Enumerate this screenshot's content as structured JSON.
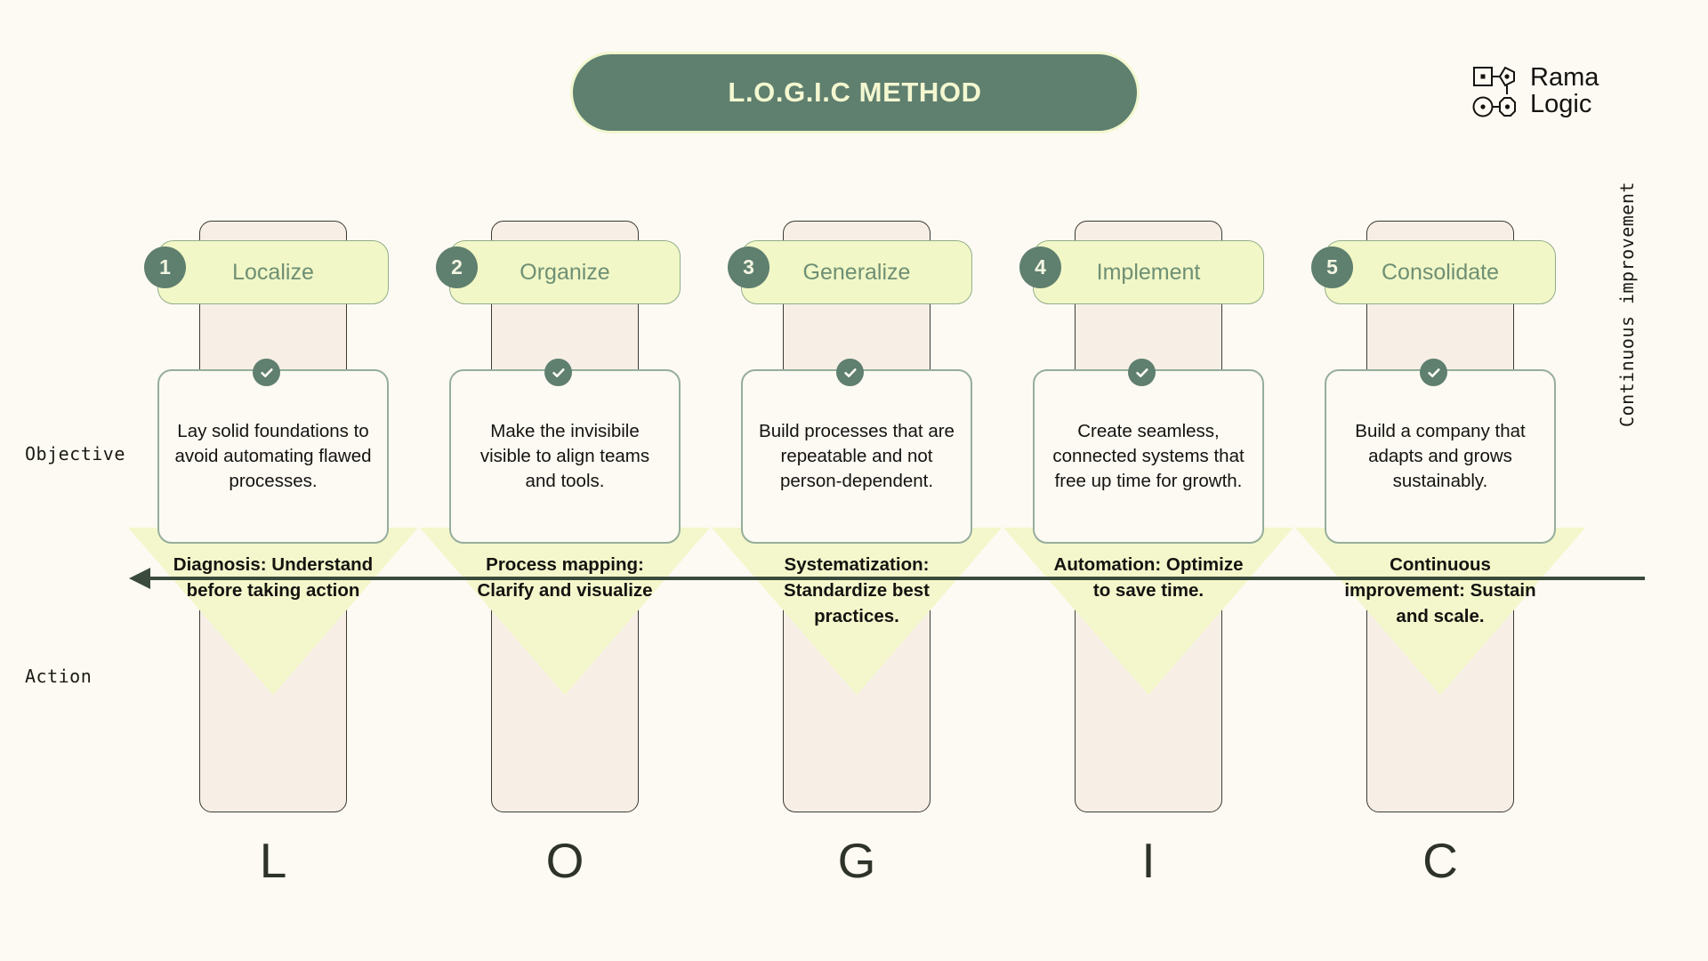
{
  "title": {
    "text": "L.O.G.I.C METHOD"
  },
  "brand": {
    "line1": "Rama",
    "line2": "Logic",
    "icon": "node-network-icon"
  },
  "labels": {
    "objective": "Objective",
    "action": "Action",
    "continuous": "Continuous improvement"
  },
  "colors": {
    "background": "#FDFAF3",
    "accent_green": "#5F7F6F",
    "pill_yellow": "#F1F7C6",
    "triangle_yellow": "#F3F7CB",
    "column_beige": "#F7EFE6",
    "card_border": "#96AD9C",
    "arrow": "#3A4A3C",
    "title_text": "#F4F8D0"
  },
  "steps": [
    {
      "number": "1",
      "name": "Localize",
      "objective": "Lay solid foundations to avoid automating flawed processes.",
      "action": "Diagnosis: Understand before taking action",
      "letter": "L"
    },
    {
      "number": "2",
      "name": "Organize",
      "objective": "Make the invisibile visible to align teams and tools.",
      "action": "Process mapping: Clarify and visualize",
      "letter": "O"
    },
    {
      "number": "3",
      "name": "Generalize",
      "objective": "Build processes that are repeatable and not person-dependent.",
      "action": "Systematization: Standardize best practices.",
      "letter": "G"
    },
    {
      "number": "4",
      "name": "Implement",
      "objective": "Create seamless, connected systems that free up time for growth.",
      "action": "Automation: Optimize to save time.",
      "letter": "I"
    },
    {
      "number": "5",
      "name": "Consolidate",
      "objective": "Build a company that adapts and grows sustainably.",
      "action": "Continuous improvement: Sustain and scale.",
      "letter": "C"
    }
  ]
}
